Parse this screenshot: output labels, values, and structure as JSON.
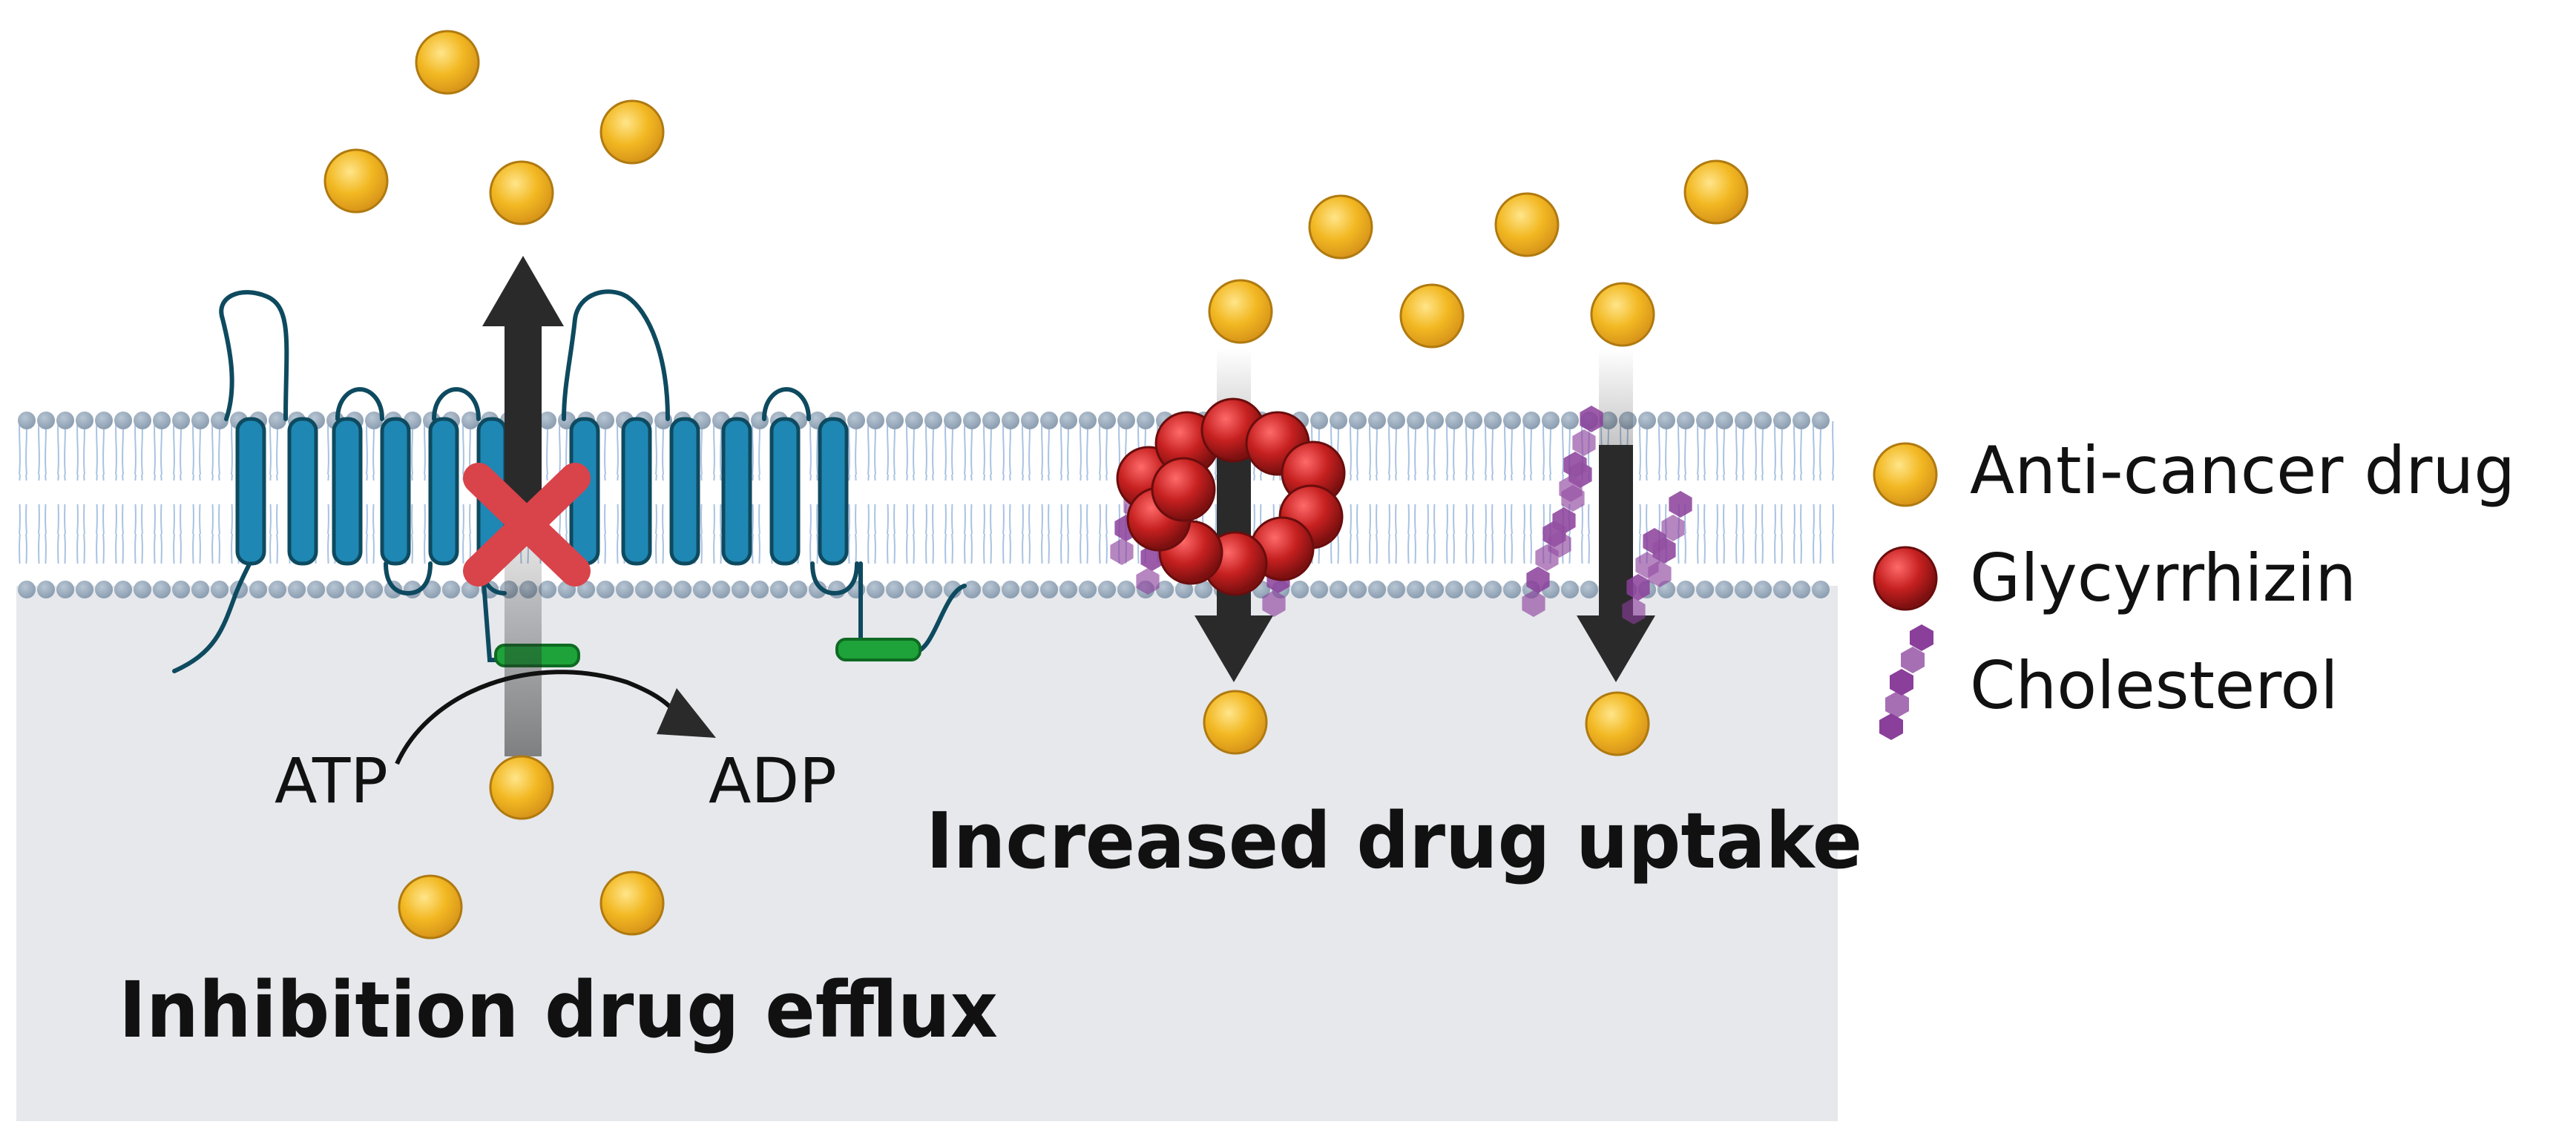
{
  "labels": {
    "atp": "ATP",
    "adp": "ADP",
    "inhibition_caption": "Inhibition drug efflux",
    "uptake_caption": "Increased drug uptake"
  },
  "legend": [
    {
      "icon": "drug-sphere-icon",
      "label": "Anti-cancer drug"
    },
    {
      "icon": "glycyrrhizin-sphere-icon",
      "label": "Glycyrrhizin"
    },
    {
      "icon": "cholesterol-icon",
      "label": "Cholesterol"
    }
  ],
  "colors": {
    "drug": "#f2b822",
    "glycyrrhizin": "#c62020",
    "cholesterol": "#8a3f9a",
    "protein": "#1f87b4",
    "nbd": "#1ea33a",
    "membrane_head": "#9aacbe",
    "cytoplasm": "#e6e8ec",
    "inhibit_cross": "#d9434a"
  }
}
